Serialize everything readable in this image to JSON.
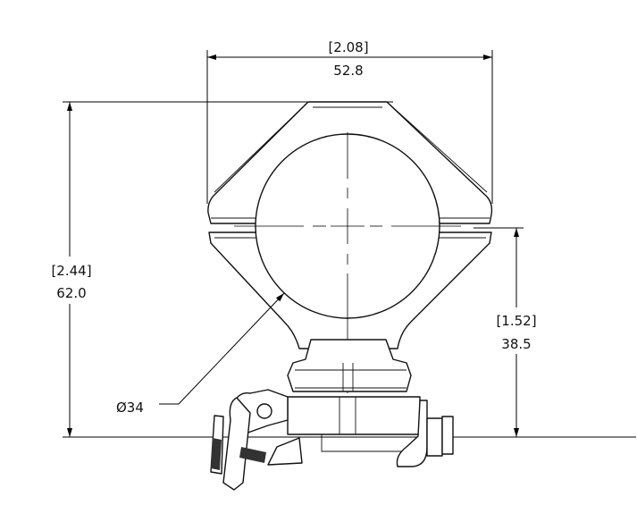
{
  "drawing": {
    "width_dim": {
      "inches": "[2.08]",
      "mm": "52.8"
    },
    "height_dim": {
      "inches": "[2.44]",
      "mm": "62.0"
    },
    "center_height_dim": {
      "inches": "[1.52]",
      "mm": "38.5"
    },
    "ring_diameter": {
      "label": "Ø34"
    }
  }
}
